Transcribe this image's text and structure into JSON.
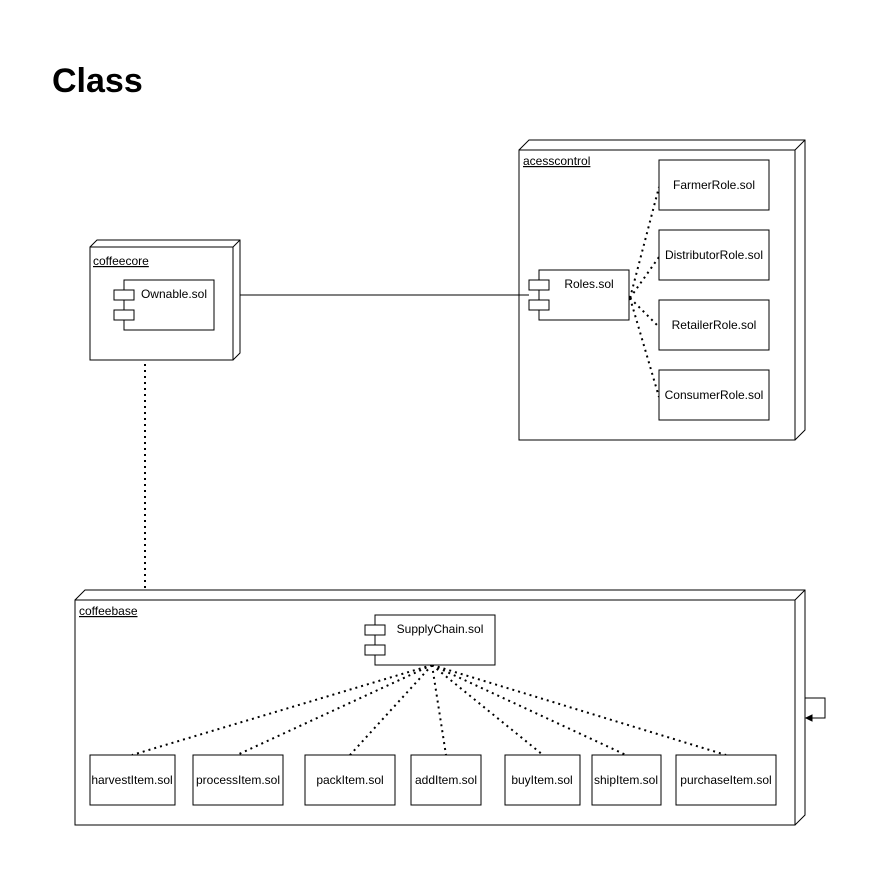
{
  "title": "Class",
  "nodes": {
    "coffeecore": {
      "label": "coffeecore",
      "components": {
        "ownable": "Ownable.sol"
      }
    },
    "acesscontrol": {
      "label": "acesscontrol",
      "components": {
        "roles": "Roles.sol"
      },
      "artifacts": [
        "FarmerRole.sol",
        "DistributorRole.sol",
        "RetailerRole.sol",
        "ConsumerRole.sol"
      ]
    },
    "coffeebase": {
      "label": "coffeebase",
      "components": {
        "supplychain": "SupplyChain.sol"
      },
      "artifacts": [
        "harvestItem.sol",
        "processItem.sol",
        "packItem.sol",
        "addItem.sol",
        "buyItem.sol",
        "shipItem.sol",
        "purchaseItem.sol"
      ]
    }
  },
  "connections": [
    {
      "from": "coffeecore",
      "to": "Roles.sol",
      "style": "solid"
    },
    {
      "from": "coffeecore",
      "to": "coffeebase",
      "style": "dotted"
    },
    {
      "from": "Roles.sol",
      "to": "acesscontrol artifacts",
      "style": "dotted"
    },
    {
      "from": "SupplyChain.sol",
      "to": "coffeebase artifacts",
      "style": "dotted"
    },
    {
      "from": "coffeebase",
      "to": "coffeebase",
      "style": "self-loop arrow"
    }
  ]
}
